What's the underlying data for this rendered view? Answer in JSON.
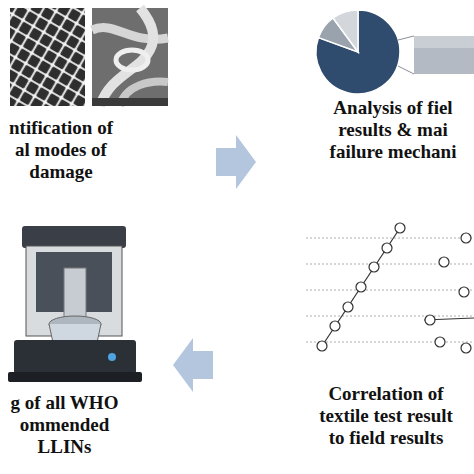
{
  "diagram": {
    "nodes": [
      {
        "text": [
          "ntification of al modes of damage"
        ]
      },
      {
        "text": [
          "Analysis of fiel results & mai failure mechani"
        ]
      },
      {
        "text": [
          "g of all WHO ommended LLINs"
        ]
      },
      {
        "text": [
          "Correlation of textile test result to field results"
        ]
      }
    ],
    "edges": [
      {
        "from": 0,
        "to": 1,
        "arrow": "to"
      },
      {
        "from": 3,
        "to": 2,
        "arrow": "to"
      }
    ]
  }
}
